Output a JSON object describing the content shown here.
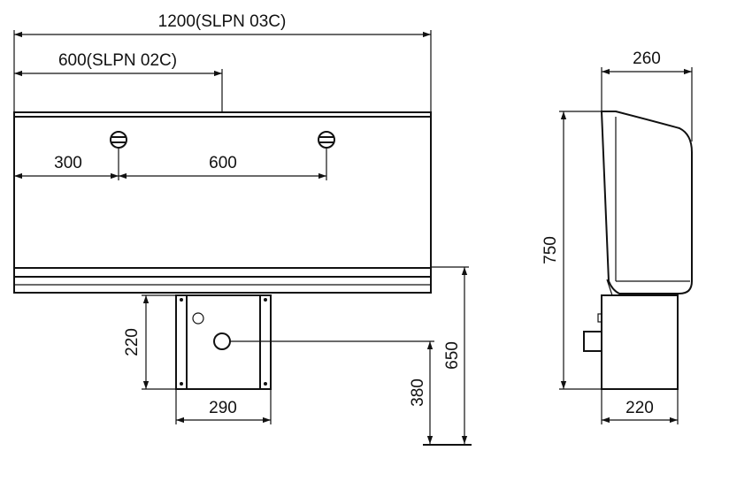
{
  "front_view": {
    "overall_width_label": "1200(SLPN 03C)",
    "half_width_label": "600(SLPN 02C)",
    "tap_offset_label": "300",
    "tap_spacing_label": "600",
    "box_height_label": "220",
    "box_width_label": "290",
    "inlet_height_label": "380",
    "bottom_edge_height_label": "650"
  },
  "side_view": {
    "depth_label": "260",
    "height_label": "750",
    "box_depth_label": "220"
  },
  "colors": {
    "line": "#111111",
    "background": "#ffffff"
  }
}
